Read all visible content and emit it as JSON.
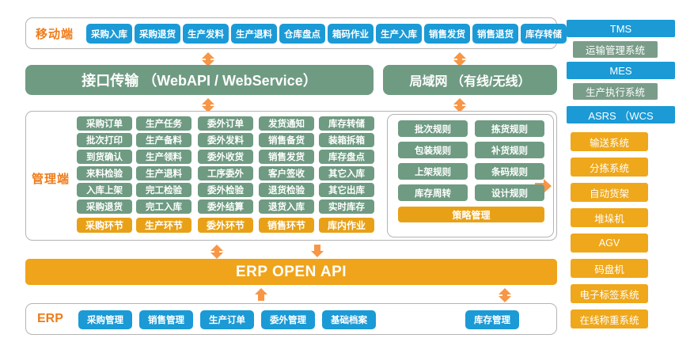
{
  "diagram": {
    "title": "WMS 系统架构图",
    "colors": {
      "blue": "#1b9ad6",
      "green": "#6f9b82",
      "orange": "#efa41b",
      "orange_text": "#ef7c1a",
      "arrow": "#f79646",
      "frame_border": "#b4b4b4"
    }
  },
  "mobile": {
    "label": "移动端",
    "buttons": [
      "采购入库",
      "采购退货",
      "生产发料",
      "生产退料",
      "仓库盘点",
      "箱码作业",
      "生产入库",
      "销售发货",
      "销售退货",
      "库存转储"
    ]
  },
  "transport": {
    "interface": "接口传输 （WebAPI / WebService）",
    "lan": "局域网 （有线/无线）"
  },
  "management": {
    "label": "管理端",
    "columns": [
      {
        "footer": "采购环节",
        "items": [
          "采购订单",
          "批次打印",
          "到货确认",
          "来料检验",
          "入库上架",
          "采购退货"
        ]
      },
      {
        "footer": "生产环节",
        "items": [
          "生产任务",
          "生产备料",
          "生产领料",
          "生产退料",
          "完工检验",
          "完工入库"
        ]
      },
      {
        "footer": "委外环节",
        "items": [
          "委外订单",
          "委外发料",
          "委外收货",
          "工序委外",
          "委外检验",
          "委外结算"
        ]
      },
      {
        "footer": "销售环节",
        "items": [
          "发货通知",
          "销售备货",
          "销售发货",
          "客户签收",
          "退货检验",
          "退货入库"
        ]
      },
      {
        "footer": "库内作业",
        "items": [
          "库存转储",
          "装箱拆箱",
          "库存盘点",
          "其它入库",
          "其它出库",
          "实时库存"
        ]
      }
    ],
    "rules": {
      "footer": "策略管理",
      "items": [
        "批次规则",
        "拣货规则",
        "包装规则",
        "补货规则",
        "上架规则",
        "条码规则",
        "库存周转",
        "设计规则"
      ]
    }
  },
  "erp_api": {
    "label": "ERP  OPEN API"
  },
  "erp": {
    "label": "ERP",
    "buttons": [
      "采购管理",
      "销售管理",
      "生产订单",
      "委外管理",
      "基础档案"
    ],
    "inventory_button": "库存管理"
  },
  "sidebar": {
    "groups": [
      {
        "head": "TMS",
        "sub": "运输管理系统"
      },
      {
        "head": "MES",
        "sub": "生产执行系统"
      },
      {
        "head": "ASRS （WCS",
        "sub": null
      }
    ],
    "asrs_items": [
      "输送系统",
      "分拣系统",
      "自动货架",
      "堆垛机",
      "AGV",
      "码盘机",
      "电子标签系统",
      "在线称重系统"
    ]
  }
}
